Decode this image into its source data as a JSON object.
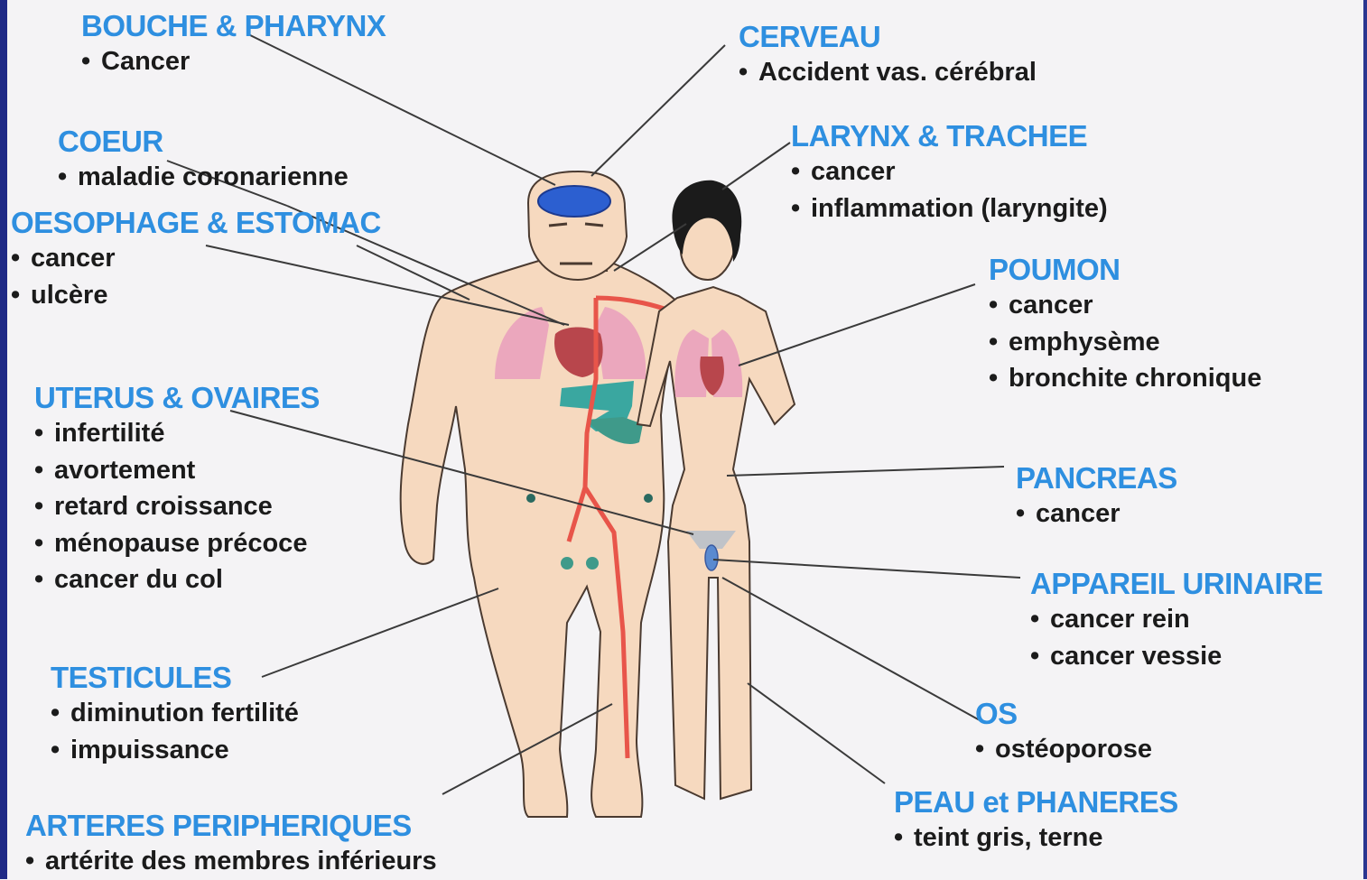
{
  "sections": {
    "bouche": {
      "title": "BOUCHE & PHARYNX",
      "items": [
        "Cancer"
      ]
    },
    "cerveau": {
      "title": "CERVEAU",
      "items": [
        "Accident vas. cérébral"
      ]
    },
    "coeur": {
      "title": "COEUR",
      "items": [
        "maladie coronarienne"
      ]
    },
    "larynx": {
      "title": "LARYNX & TRACHEE",
      "items": [
        "cancer",
        "inflammation (laryngite)"
      ]
    },
    "oesophage": {
      "title": "OESOPHAGE & ESTOMAC",
      "items": [
        "cancer",
        "ulcère"
      ]
    },
    "poumon": {
      "title": "POUMON",
      "items": [
        "cancer",
        "emphysème",
        "bronchite chronique"
      ]
    },
    "uterus": {
      "title": "UTERUS & OVAIRES",
      "items": [
        "infertilité",
        "avortement",
        "retard croissance",
        "ménopause précoce",
        "cancer du col"
      ]
    },
    "pancreas": {
      "title": "PANCREAS",
      "items": [
        "cancer"
      ]
    },
    "urinaire": {
      "title": "APPAREIL URINAIRE",
      "items": [
        "cancer rein",
        "cancer vessie"
      ]
    },
    "testicules": {
      "title": "TESTICULES",
      "items": [
        "diminution fertilité",
        "impuissance"
      ]
    },
    "os": {
      "title": "OS",
      "items": [
        "ostéoporose"
      ]
    },
    "arteres": {
      "title": "ARTERES PERIPHERIQUES",
      "items": [
        "artérite des membres inférieurs"
      ]
    },
    "peau": {
      "title": "PEAU et PHANERES",
      "items": [
        "teint gris, terne"
      ]
    }
  },
  "colors": {
    "title": "#2e8fe0",
    "text": "#1b1b1b",
    "skin": "#f6d9bf",
    "lung": "#eba7bd",
    "heart": "#b8464c",
    "artery": "#e8554a",
    "brain": "#2c5fd0",
    "stomach": "#3aa7a0",
    "liver": "#3f9a8a"
  }
}
